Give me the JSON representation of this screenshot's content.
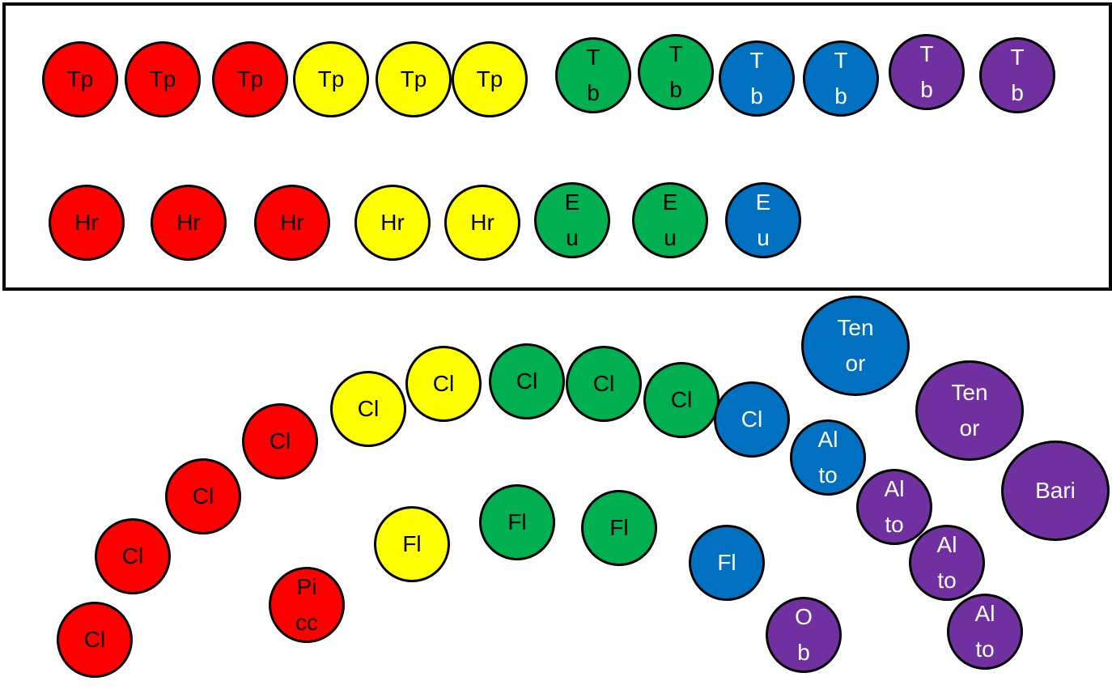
{
  "colors": {
    "red": "#ff0000",
    "yellow": "#ffff00",
    "green": "#00b050",
    "blue": "#0070c0",
    "purple": "#7030a0",
    "outline": "#000000"
  },
  "brass_section": {
    "trumpets": [
      {
        "label": "Tp",
        "color": "red"
      },
      {
        "label": "Tp",
        "color": "red"
      },
      {
        "label": "Tp",
        "color": "red"
      },
      {
        "label": "Tp",
        "color": "yellow"
      },
      {
        "label": "Tp",
        "color": "yellow"
      },
      {
        "label": "Tp",
        "color": "yellow"
      }
    ],
    "trombones": [
      {
        "label": "T\nb",
        "color": "green"
      },
      {
        "label": "T\nb",
        "color": "green"
      },
      {
        "label": "T\nb",
        "color": "blue"
      },
      {
        "label": "T\nb",
        "color": "blue"
      },
      {
        "label": "T\nb",
        "color": "purple"
      },
      {
        "label": "T\nb",
        "color": "purple"
      }
    ],
    "horns": [
      {
        "label": "Hr",
        "color": "red"
      },
      {
        "label": "Hr",
        "color": "red"
      },
      {
        "label": "Hr",
        "color": "red"
      },
      {
        "label": "Hr",
        "color": "yellow"
      },
      {
        "label": "Hr",
        "color": "yellow"
      }
    ],
    "euphoniums": [
      {
        "label": "E\nu",
        "color": "green"
      },
      {
        "label": "E\nu",
        "color": "green"
      },
      {
        "label": "E\nu",
        "color": "blue"
      }
    ]
  },
  "woodwind_section": {
    "clarinets": [
      {
        "label": "Cl",
        "color": "red"
      },
      {
        "label": "Cl",
        "color": "red"
      },
      {
        "label": "Cl",
        "color": "red"
      },
      {
        "label": "Cl",
        "color": "red"
      },
      {
        "label": "Cl",
        "color": "yellow"
      },
      {
        "label": "Cl",
        "color": "yellow"
      },
      {
        "label": "Cl",
        "color": "green"
      },
      {
        "label": "Cl",
        "color": "green"
      },
      {
        "label": "Cl",
        "color": "green"
      },
      {
        "label": "Cl",
        "color": "blue"
      }
    ],
    "flutes": [
      {
        "label": "Pi\ncc",
        "color": "red"
      },
      {
        "label": "Fl",
        "color": "yellow"
      },
      {
        "label": "Fl",
        "color": "green"
      },
      {
        "label": "Fl",
        "color": "green"
      },
      {
        "label": "Fl",
        "color": "blue"
      },
      {
        "label": "O\nb",
        "color": "purple"
      }
    ],
    "saxophones": [
      {
        "label": "Ten\nor",
        "color": "blue"
      },
      {
        "label": "Ten\nor",
        "color": "purple"
      },
      {
        "label": "Bari",
        "color": "purple"
      },
      {
        "label": "Al\nto",
        "color": "blue"
      },
      {
        "label": "Al\nto",
        "color": "purple"
      },
      {
        "label": "Al\nto",
        "color": "purple"
      },
      {
        "label": "Al\nto",
        "color": "purple"
      }
    ]
  }
}
